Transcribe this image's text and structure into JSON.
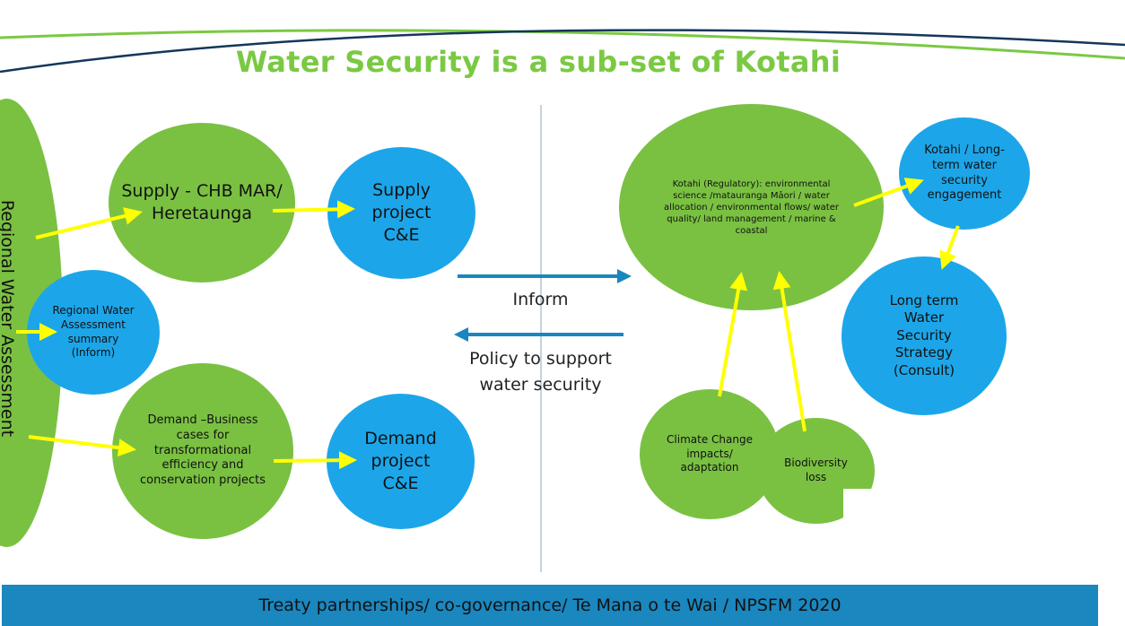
{
  "title": "Water Security is a sub-set of Kotahi",
  "side_label": "Regional Water Assessment",
  "nodes": {
    "supply_chb": "Supply - CHB MAR/ Heretaunga",
    "supply_project": "Supply project C&E",
    "regional_summary": "Regional Water Assessment summary (Inform)",
    "demand_business": "Demand –Business cases for transformational efficiency and conservation projects",
    "demand_project": "Demand project C&E",
    "kotahi_regulatory_bold": "Kotahi (Regulatory):",
    "kotahi_regulatory_text": "environmental science /matauranga Māori / water allocation / environmental flows/ water quality/ land management / marine & coastal",
    "kotahi_engagement": "Kotahi / Long-term water security engagement",
    "long_term_strategy": "Long term Water Security Strategy (Consult)",
    "climate_change": "Climate Change impacts/ adaptation",
    "biodiversity": "Biodiversity loss"
  },
  "flows": {
    "inform": "Inform",
    "policy": "Policy to support water security"
  },
  "footer": "Treaty partnerships/ co-governance/ Te Mana o te Wai / NPSFM 2020",
  "colors": {
    "title_green": "#7AC943",
    "node_green": "#7AC142",
    "node_blue": "#1CA6E9",
    "arrow_yellow": "#FFFF00",
    "arrow_blue": "#1A86C0",
    "footer_blue": "#1A87BF"
  }
}
